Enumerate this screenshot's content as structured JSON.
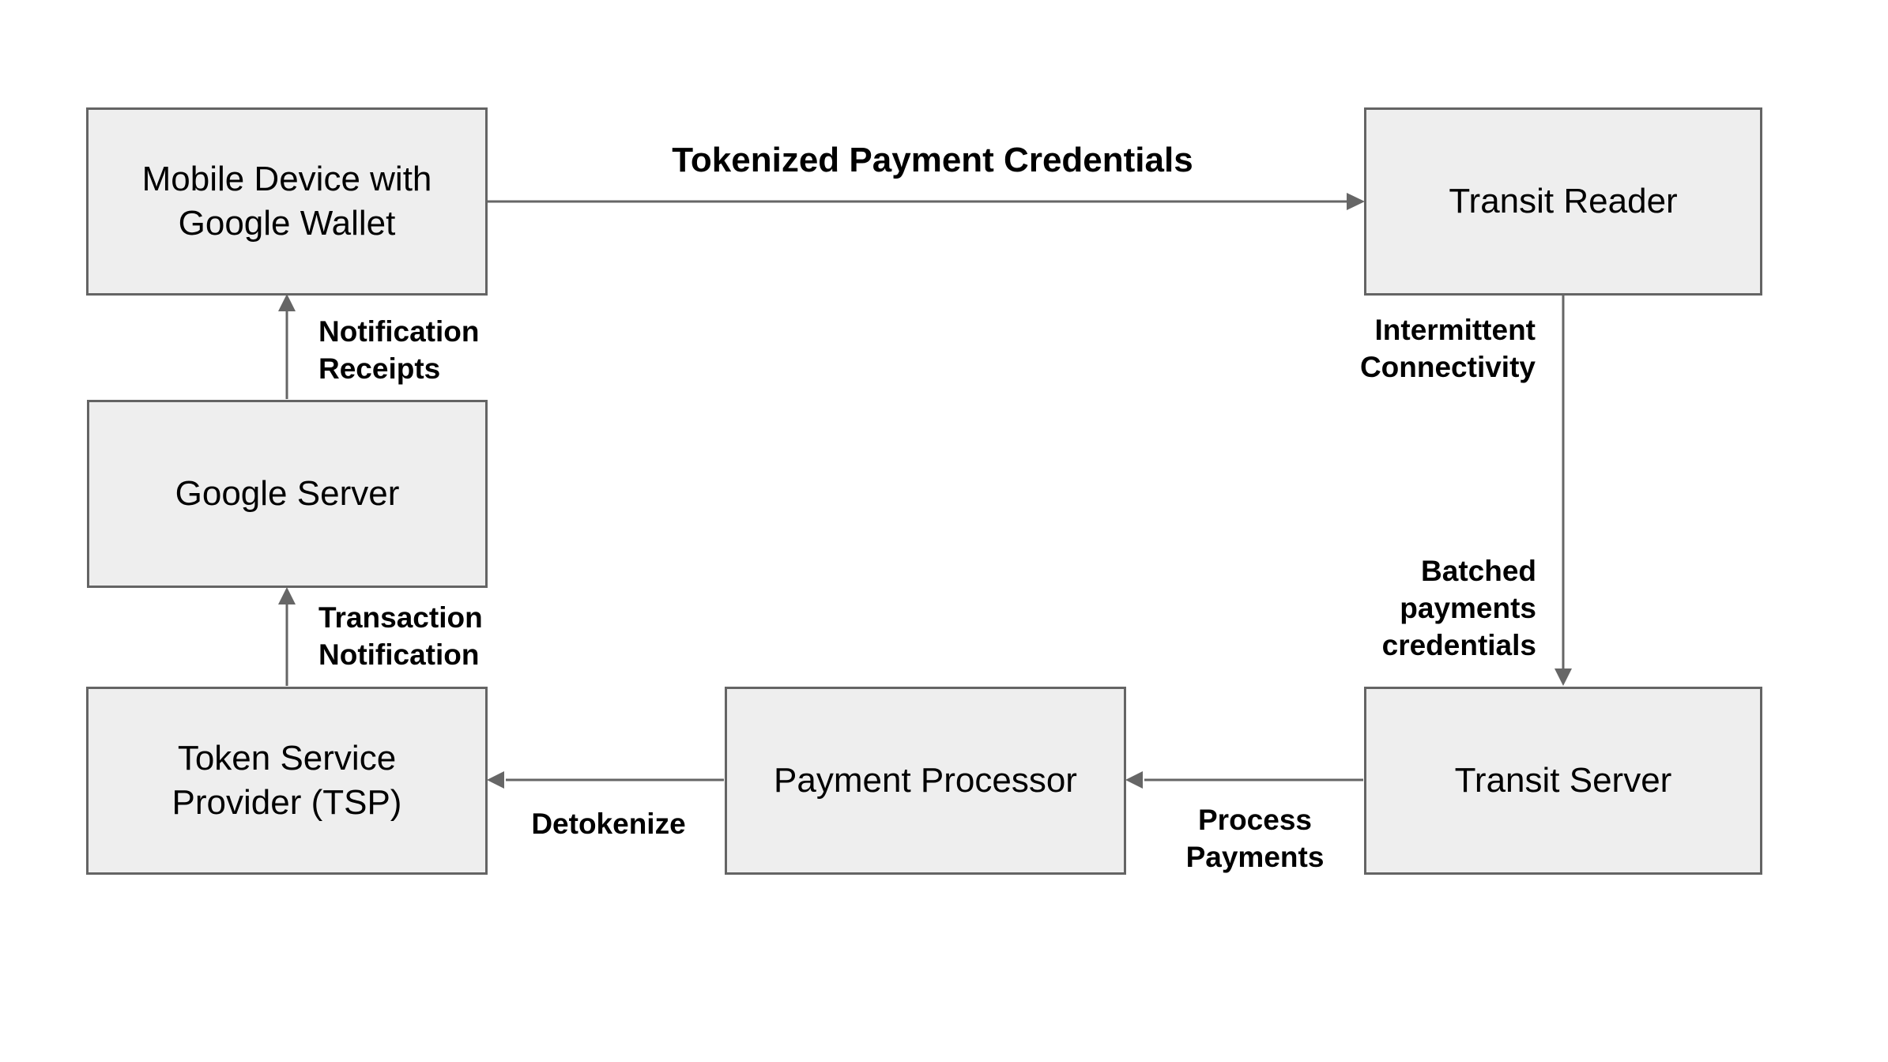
{
  "canvas": {
    "background_color": "#ffffff",
    "box_fill_color": "#eeeeee",
    "box_border_color": "#646464",
    "arrow_color": "#666666",
    "text_color": "#000000"
  },
  "nodes": {
    "mobile": {
      "label": "Mobile Device with Google Wallet",
      "lines": [
        "Mobile Device with",
        "Google Wallet"
      ]
    },
    "reader": {
      "label": "Transit Reader",
      "lines": [
        "Transit Reader"
      ]
    },
    "google": {
      "label": "Google Server",
      "lines": [
        "Google Server"
      ]
    },
    "tsp": {
      "label": "Token Service Provider (TSP)",
      "lines": [
        "Token Service",
        "Provider (TSP)"
      ]
    },
    "payment": {
      "label": "Payment Processor",
      "lines": [
        "Payment Processor"
      ]
    },
    "transit": {
      "label": "Transit Server",
      "lines": [
        "Transit Server"
      ]
    }
  },
  "edges": {
    "tokenized": {
      "label": "Tokenized Payment Credentials",
      "lines": [
        "Tokenized Payment Credentials"
      ]
    },
    "notification_receipts": {
      "label": "Notification Receipts",
      "lines": [
        "Notification",
        "Receipts"
      ]
    },
    "transaction_notification": {
      "label": "Transaction Notification",
      "lines": [
        "Transaction",
        "Notification"
      ]
    },
    "intermittent_connectivity": {
      "label": "Intermittent Connectivity",
      "lines": [
        "Intermittent",
        "Connectivity"
      ]
    },
    "batched_payments": {
      "label": "Batched payments credentials",
      "lines": [
        "Batched",
        "payments",
        "credentials"
      ]
    },
    "process_payments": {
      "label": "Process Payments",
      "lines": [
        "Process",
        "Payments"
      ]
    },
    "detokenize": {
      "label": "Detokenize",
      "lines": [
        "Detokenize"
      ]
    }
  }
}
